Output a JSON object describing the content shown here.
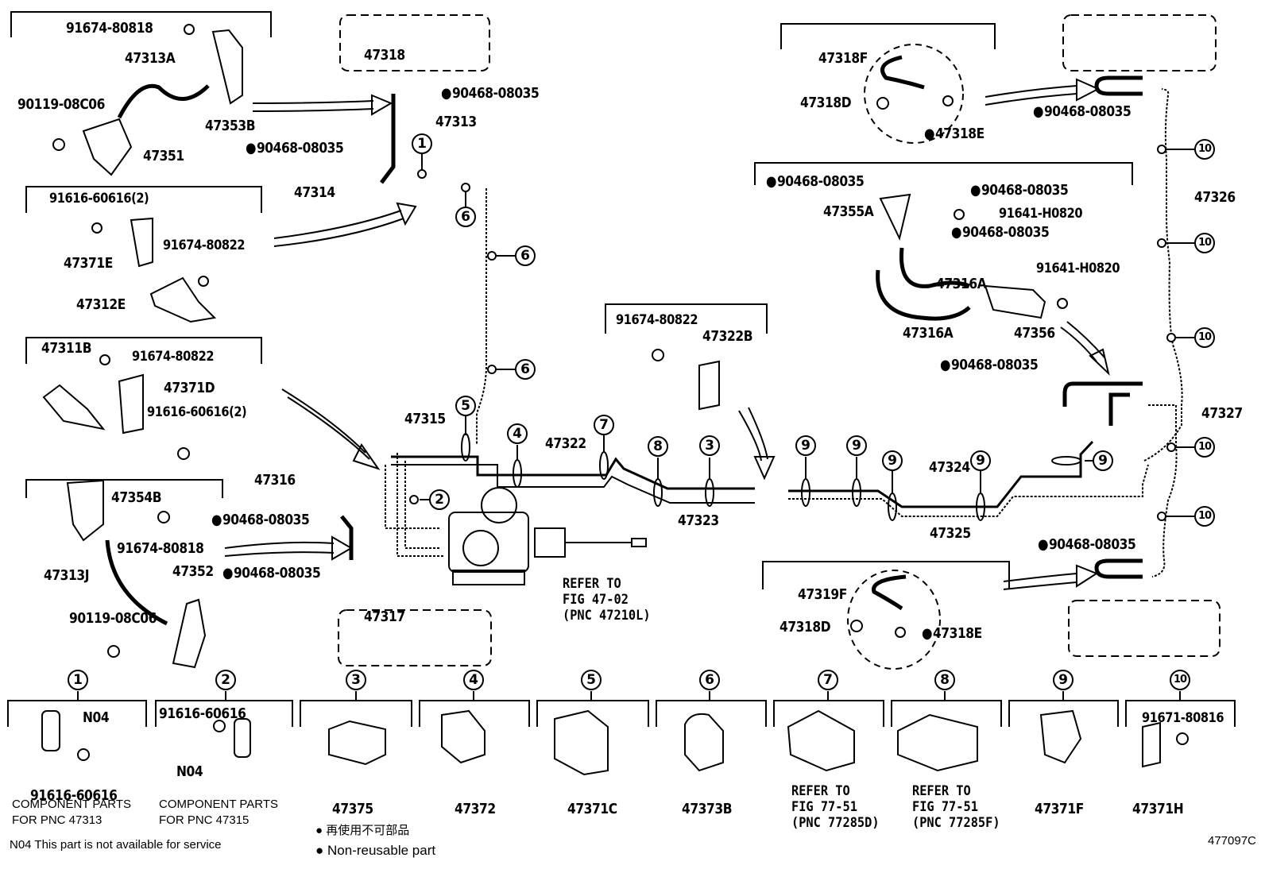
{
  "figure_id": "477097C",
  "legend": {
    "n04_note": "N04 This part is not available for service",
    "non_reusable_jp": "再使用不可部品",
    "non_reusable_en": "Non-reusable part"
  },
  "labels": {
    "p91674_80818_a": "91674-80818",
    "p47313A": "47313A",
    "p90119_08C06_a": "90119-08C06",
    "p47353B": "47353B",
    "p47351": "47351",
    "p91616_60616_2_a": "91616-60616(2)",
    "p91674_80822_a": "91674-80822",
    "p47371E": "47371E",
    "p47312E": "47312E",
    "p47311B": "47311B",
    "p91674_80822_b": "91674-80822",
    "p47371D": "47371D",
    "p91616_60616_2_b": "91616-60616(2)",
    "p47354B": "47354B",
    "p91674_80818_b": "91674-80818",
    "p47313J": "47313J",
    "p47352": "47352",
    "p90119_08C06_b": "90119-08C06",
    "p47318": "47318",
    "p90468_a": "90468-08035",
    "p47313": "47313",
    "p90468_b": "90468-08035",
    "p47314": "47314",
    "p47315": "47315",
    "p47316": "47316",
    "p90468_c": "90468-08035",
    "p90468_d": "90468-08035",
    "p47317": "47317",
    "p47322": "47322",
    "p47323": "47323",
    "refer_47210L": "REFER TO\nFIG 47-02\n(PNC 47210L)",
    "p91674_80822_c": "91674-80822",
    "p47322B": "47322B",
    "p47324": "47324",
    "p47325": "47325",
    "p47318F": "47318F",
    "p47318D_a": "47318D",
    "p47318E_a": "47318E",
    "p90468_e": "90468-08035",
    "p47326": "47326",
    "p90468_f": "90468-08035",
    "p90468_g": "90468-08035",
    "p47355A": "47355A",
    "p91641_H0820_a": "91641-H0820",
    "p90468_h": "90468-08035",
    "p47316A_a": "47316A",
    "p91641_H0820_b": "91641-H0820",
    "p47316A_b": "47316A",
    "p47356": "47356",
    "p90468_i": "90468-08035",
    "p47327": "47327",
    "p90468_j": "90468-08035",
    "p47319F": "47319F",
    "p47318D_b": "47318D",
    "p47318E_b": "47318E"
  },
  "callouts": {
    "c1": "1",
    "c2": "2",
    "c3": "3",
    "c4": "4",
    "c5": "5",
    "c6": "6",
    "c7": "7",
    "c8": "8",
    "c9": "9",
    "c10": "10"
  },
  "bottom_boxes": [
    {
      "callout": "1",
      "part": "N04",
      "fastener": "91616-60616",
      "note": "COMPONENT PARTS\nFOR PNC 47313"
    },
    {
      "callout": "2",
      "part": "N04",
      "fastener": "91616-60616",
      "note": "COMPONENT PARTS\nFOR PNC 47315"
    },
    {
      "callout": "3",
      "part": "47375"
    },
    {
      "callout": "4",
      "part": "47372"
    },
    {
      "callout": "5",
      "part": "47371C"
    },
    {
      "callout": "6",
      "part": "47373B"
    },
    {
      "callout": "7",
      "part": "REFER TO\nFIG 77-51\n(PNC 77285D)"
    },
    {
      "callout": "8",
      "part": "REFER TO\nFIG 77-51\n(PNC 77285F)"
    },
    {
      "callout": "9",
      "part": "47371F"
    },
    {
      "callout": "10",
      "part": "47371H",
      "fastener": "91671-80816"
    }
  ]
}
